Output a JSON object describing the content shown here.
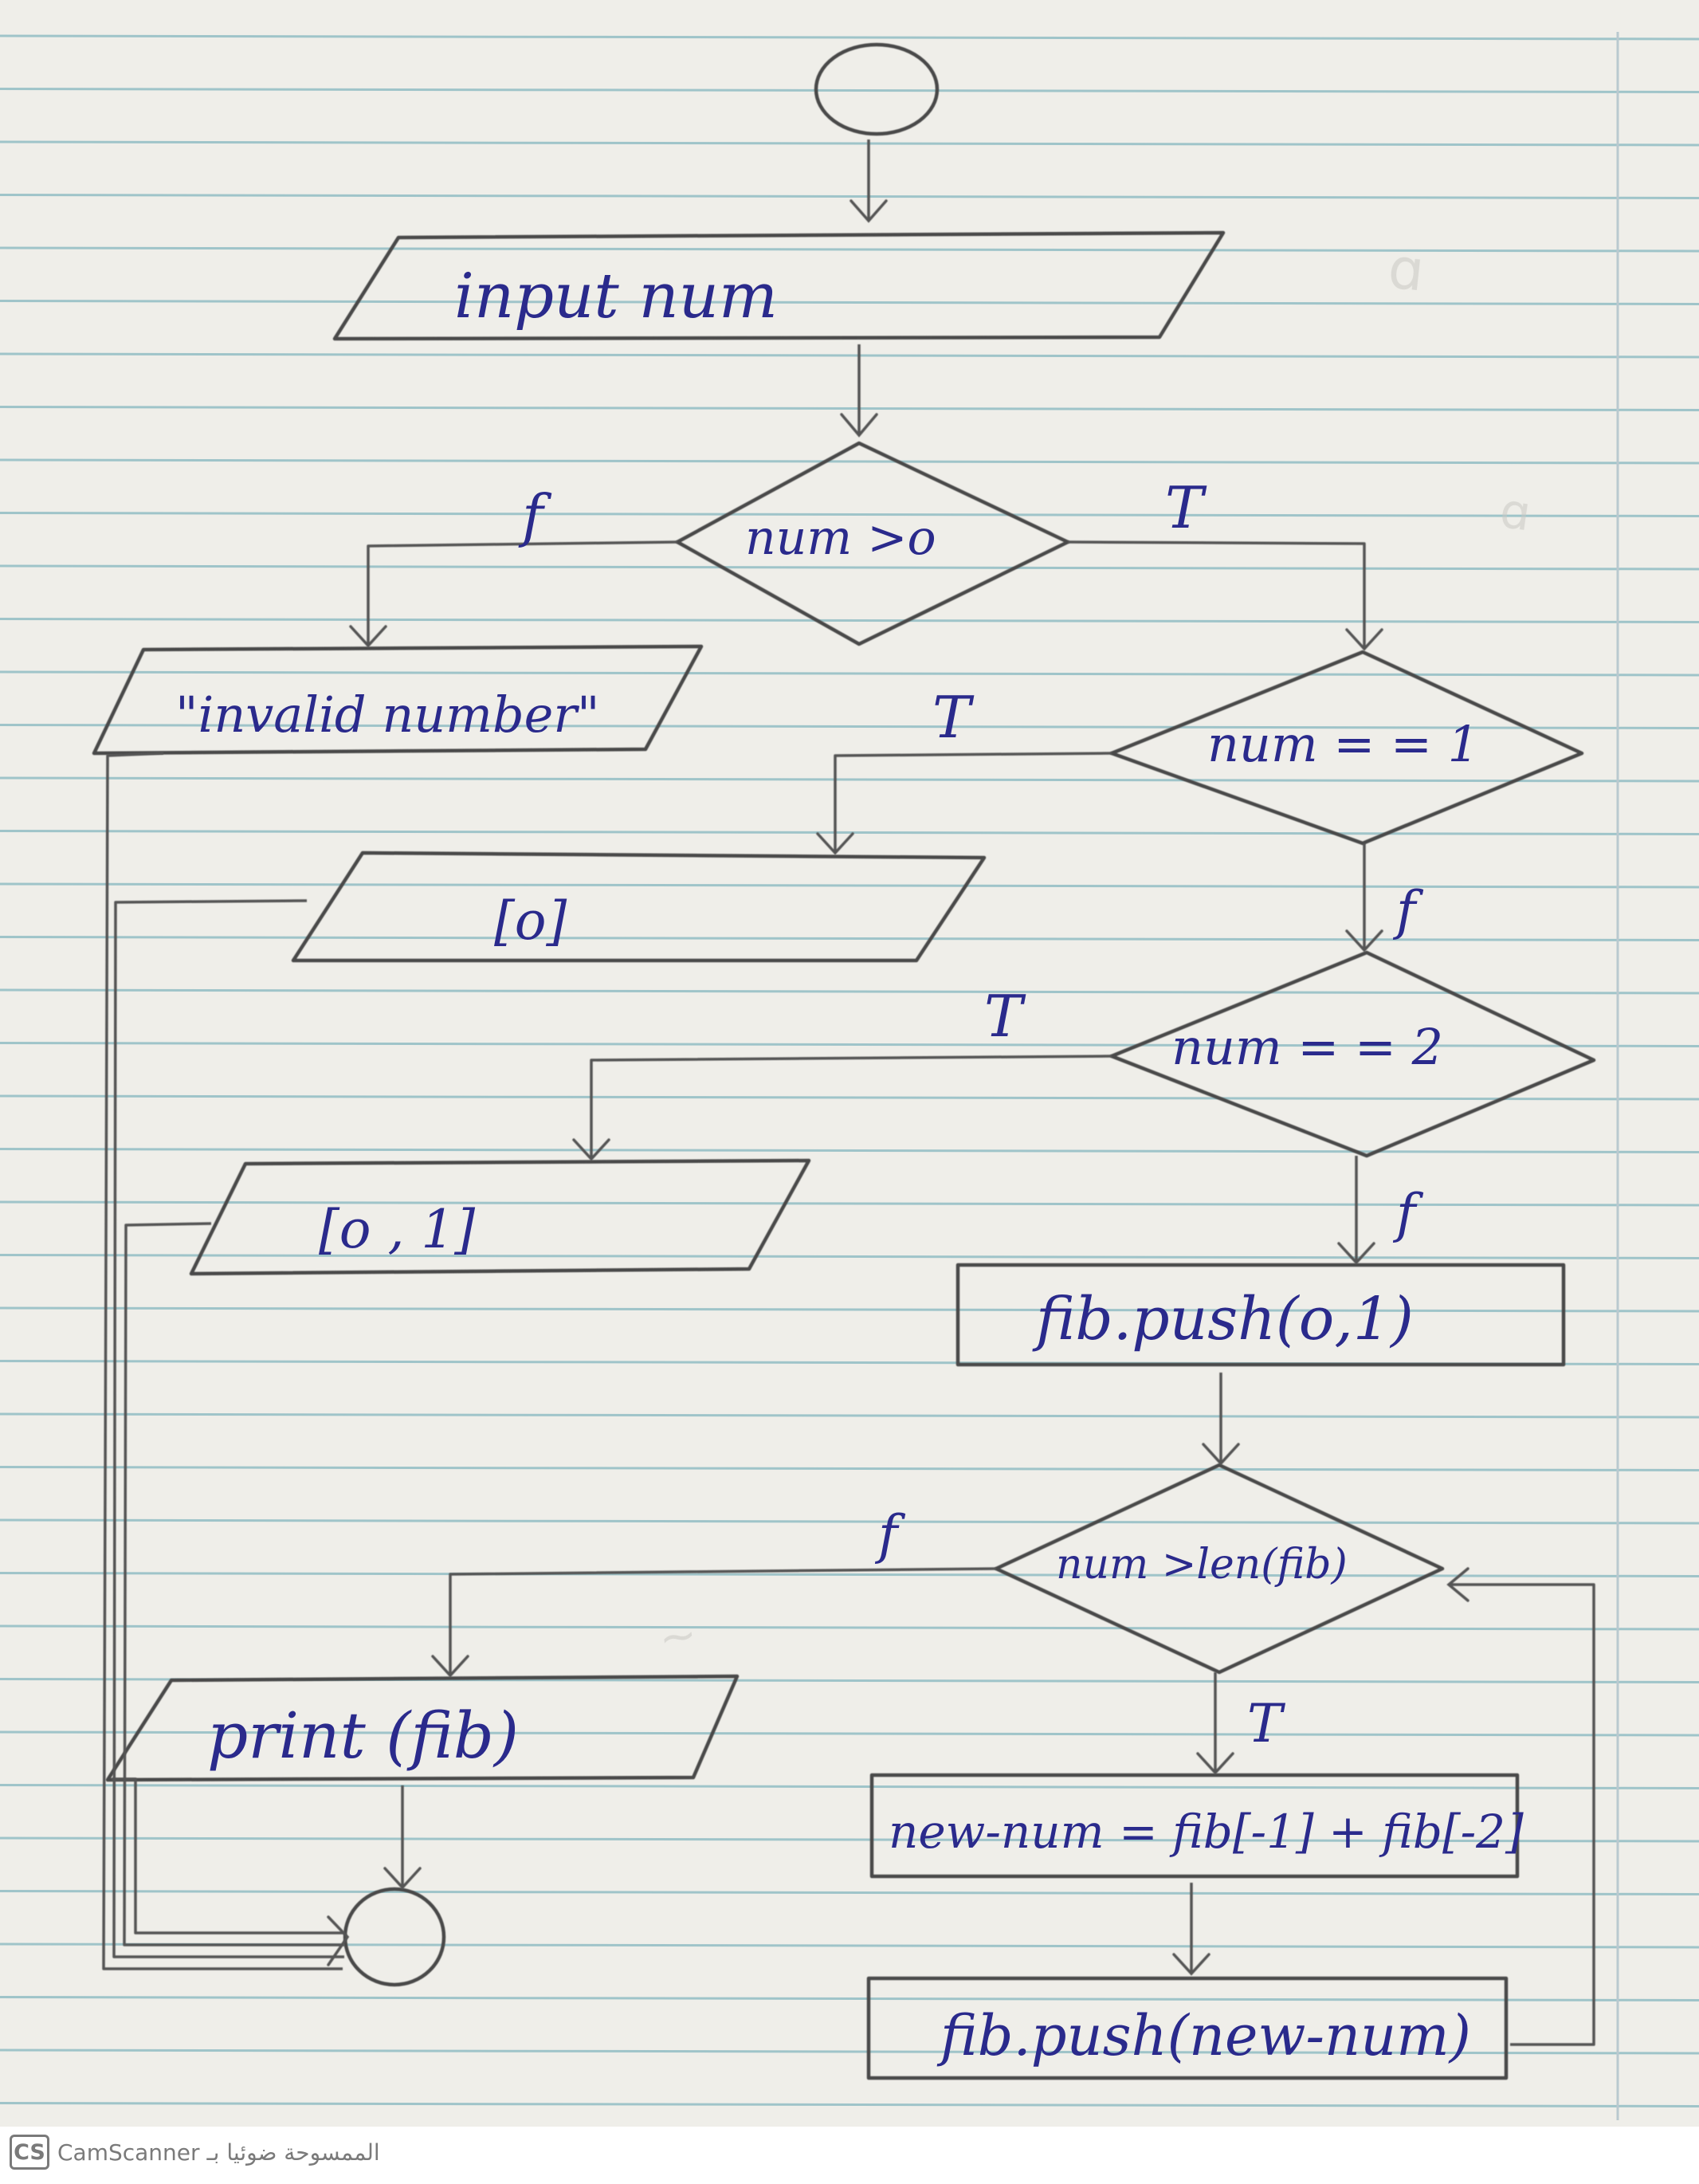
{
  "diagram": {
    "nodes": {
      "start": {
        "type": "terminator",
        "label": ""
      },
      "input": {
        "type": "io",
        "label": "input num"
      },
      "dec1": {
        "type": "decision",
        "label": "num >o"
      },
      "invalid": {
        "type": "io",
        "label": "\"invalid number\""
      },
      "dec2": {
        "type": "decision",
        "label": "num = = 1"
      },
      "out0": {
        "type": "io",
        "label": "[o]"
      },
      "dec3": {
        "type": "decision",
        "label": "num = = 2"
      },
      "out01": {
        "type": "io",
        "label": "[o , 1]"
      },
      "push01": {
        "type": "process",
        "label": "fib.push(o,1)"
      },
      "dec4": {
        "type": "decision",
        "label": "num >len(fib)"
      },
      "print": {
        "type": "io",
        "label": "print (fib)"
      },
      "newnum": {
        "type": "process",
        "label": "new-num = fib[-1] + fib[-2]"
      },
      "pushnew": {
        "type": "process",
        "label": "fib.push(new-num)"
      },
      "end": {
        "type": "terminator",
        "label": ""
      }
    },
    "edge_labels": {
      "dec1_false": "f",
      "dec1_true": "T",
      "dec2_true": "T",
      "dec2_false": "f",
      "dec3_true": "T",
      "dec3_false": "f",
      "dec4_false": "f",
      "dec4_true": "T"
    },
    "edges": [
      {
        "from": "start",
        "to": "input"
      },
      {
        "from": "input",
        "to": "dec1"
      },
      {
        "from": "dec1",
        "to": "invalid",
        "label": "f"
      },
      {
        "from": "dec1",
        "to": "dec2",
        "label": "T"
      },
      {
        "from": "dec2",
        "to": "out0",
        "label": "T"
      },
      {
        "from": "dec2",
        "to": "dec3",
        "label": "f"
      },
      {
        "from": "dec3",
        "to": "out01",
        "label": "T"
      },
      {
        "from": "dec3",
        "to": "push01",
        "label": "f"
      },
      {
        "from": "push01",
        "to": "dec4"
      },
      {
        "from": "dec4",
        "to": "print",
        "label": "f"
      },
      {
        "from": "dec4",
        "to": "newnum",
        "label": "T"
      },
      {
        "from": "newnum",
        "to": "pushnew"
      },
      {
        "from": "pushnew",
        "to": "dec4"
      },
      {
        "from": "invalid",
        "to": "end"
      },
      {
        "from": "out0",
        "to": "end"
      },
      {
        "from": "out01",
        "to": "end"
      },
      {
        "from": "print",
        "to": "end"
      }
    ]
  },
  "footer": {
    "badge": "CS",
    "text": "CamScanner الممسوحة ضوئيا بـ"
  },
  "colors": {
    "ink": "#2a2a8c",
    "pencil": "#4a4a4a",
    "ruled_line": "#9fc4c9",
    "paper": "#efeee9"
  }
}
